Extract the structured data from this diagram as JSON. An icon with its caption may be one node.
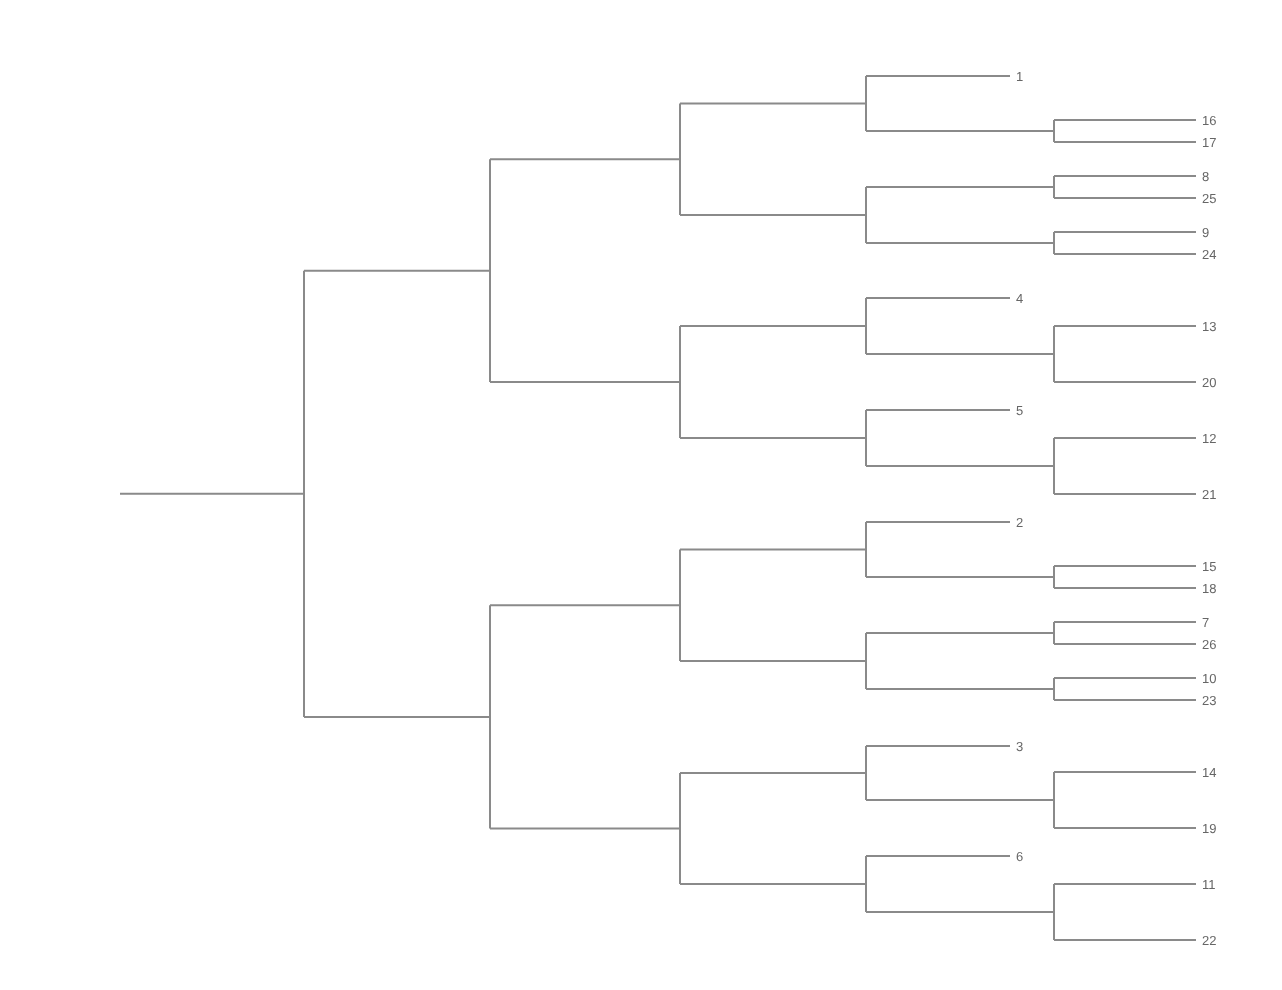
{
  "diagram": {
    "labels": [
      "1",
      "16",
      "17",
      "8",
      "25",
      "9",
      "24",
      "4",
      "13",
      "20",
      "5",
      "12",
      "21",
      "2",
      "15",
      "18",
      "7",
      "26",
      "10",
      "23",
      "3",
      "14",
      "19",
      "6",
      "11",
      "22"
    ]
  }
}
